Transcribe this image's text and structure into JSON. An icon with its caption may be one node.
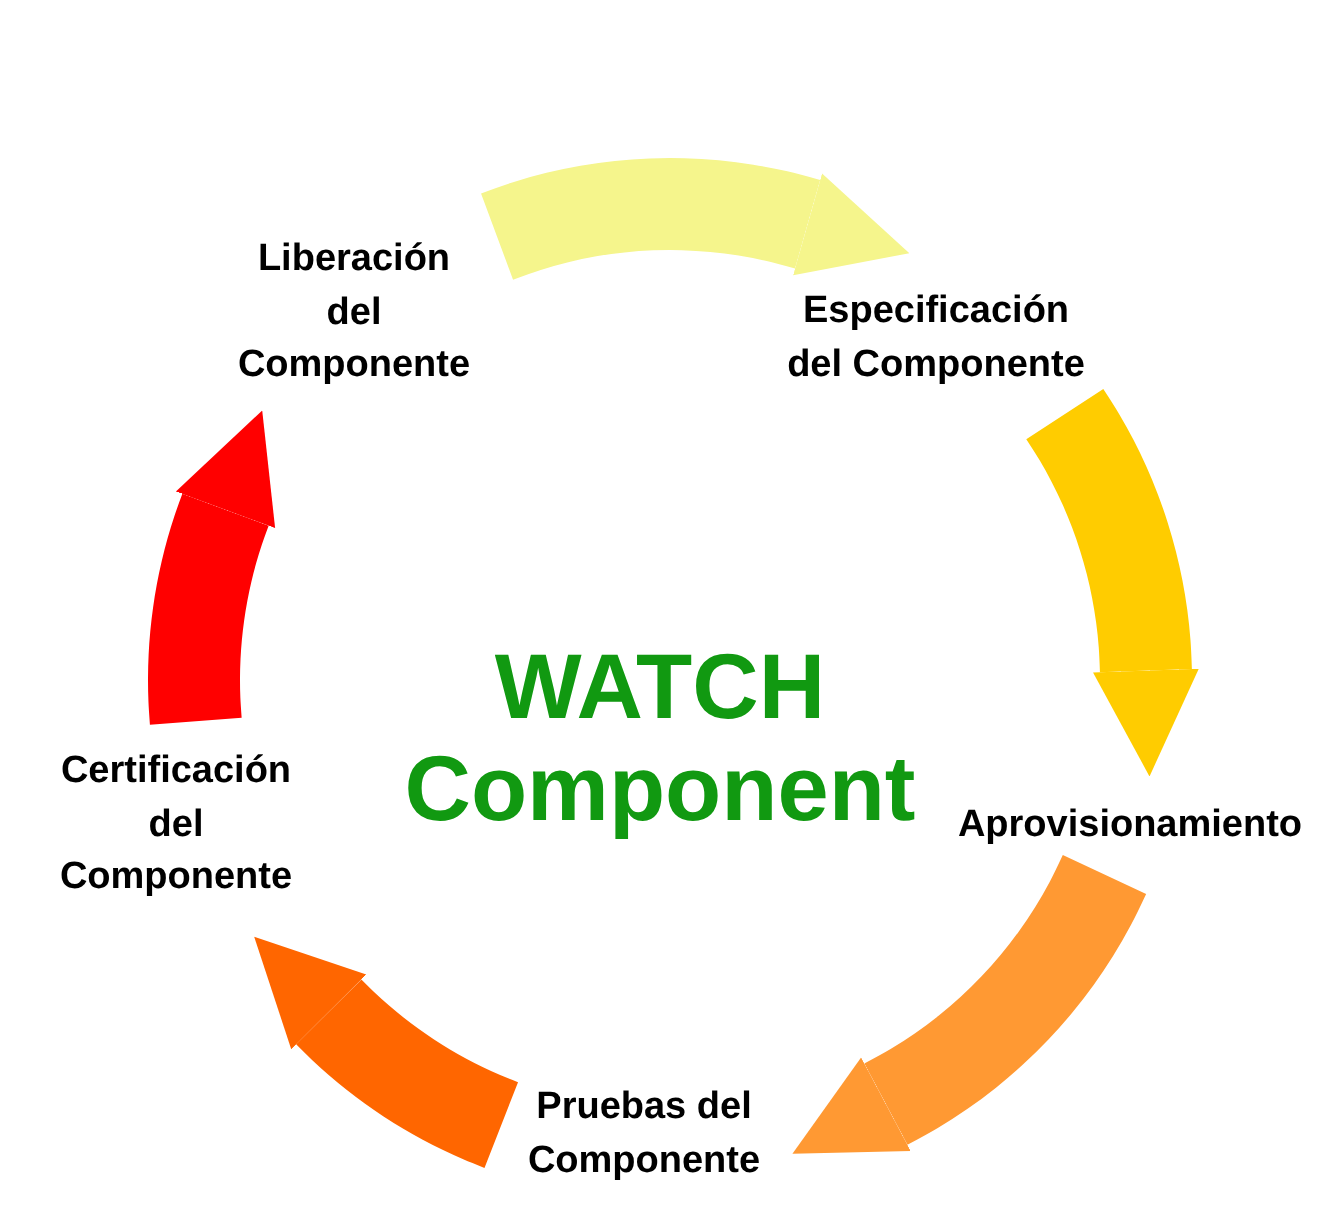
{
  "diagram": {
    "title": "WATCH Component",
    "nodes": [
      {
        "text": [
          "Liberación del Componente"
        ]
      },
      {
        "text": [
          "Especificación del Componente"
        ]
      },
      {
        "text": [
          "Aprovisionamiento"
        ]
      },
      {
        "text": [
          "Pruebas del Componente"
        ]
      },
      {
        "text": [
          "Certificación del Componente"
        ]
      }
    ],
    "edges": [
      {
        "from": 0,
        "to": 1,
        "arrow": "to",
        "color": "#f5f58c"
      },
      {
        "from": 1,
        "to": 2,
        "arrow": "to",
        "color": "#ffcc00"
      },
      {
        "from": 2,
        "to": 3,
        "arrow": "to",
        "color": "#ff9933"
      },
      {
        "from": 3,
        "to": 4,
        "arrow": "to",
        "color": "#ff6600"
      },
      {
        "from": 4,
        "to": 0,
        "arrow": "to",
        "color": "#ff0000"
      }
    ]
  }
}
